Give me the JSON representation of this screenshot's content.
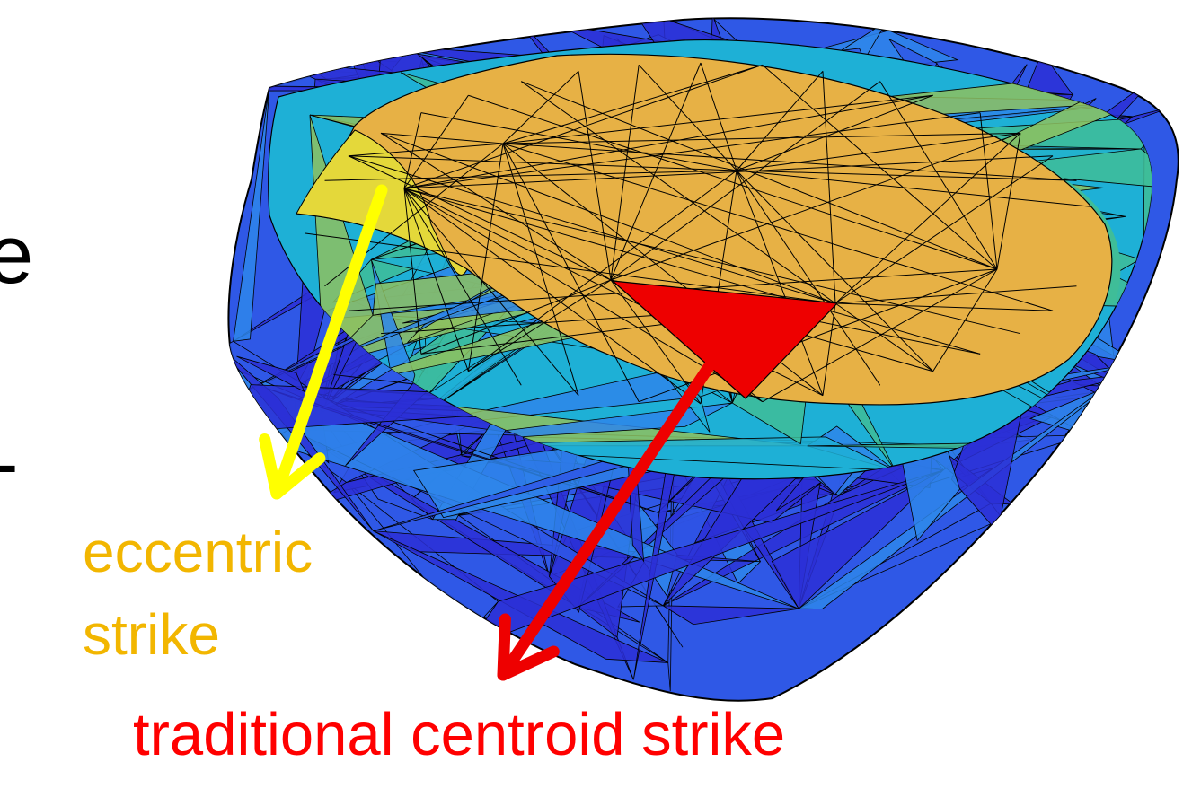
{
  "labels": {
    "partial_left_glyph_1": "e",
    "partial_left_glyph_2": "-",
    "eccentric_line1": "eccentric",
    "eccentric_line2": "strike",
    "traditional": "traditional centroid strike"
  },
  "colors": {
    "eccentric_text": "#f2b600",
    "traditional_text": "#ff0000",
    "eccentric_arrow": "#ffff00",
    "centroid_arrow": "#ee0000",
    "centroid_face": "#ee0000",
    "mesh_edges": "#000000",
    "surface_palette": [
      "#2c2fd6",
      "#2f58e6",
      "#2e86ea",
      "#1eb0d6",
      "#3fbd98",
      "#8ec15f",
      "#cfb650",
      "#e7b145",
      "#e4d83a"
    ]
  },
  "icons": {
    "eccentric_arrow": "arrow-icon",
    "centroid_arrow": "arrow-icon"
  }
}
